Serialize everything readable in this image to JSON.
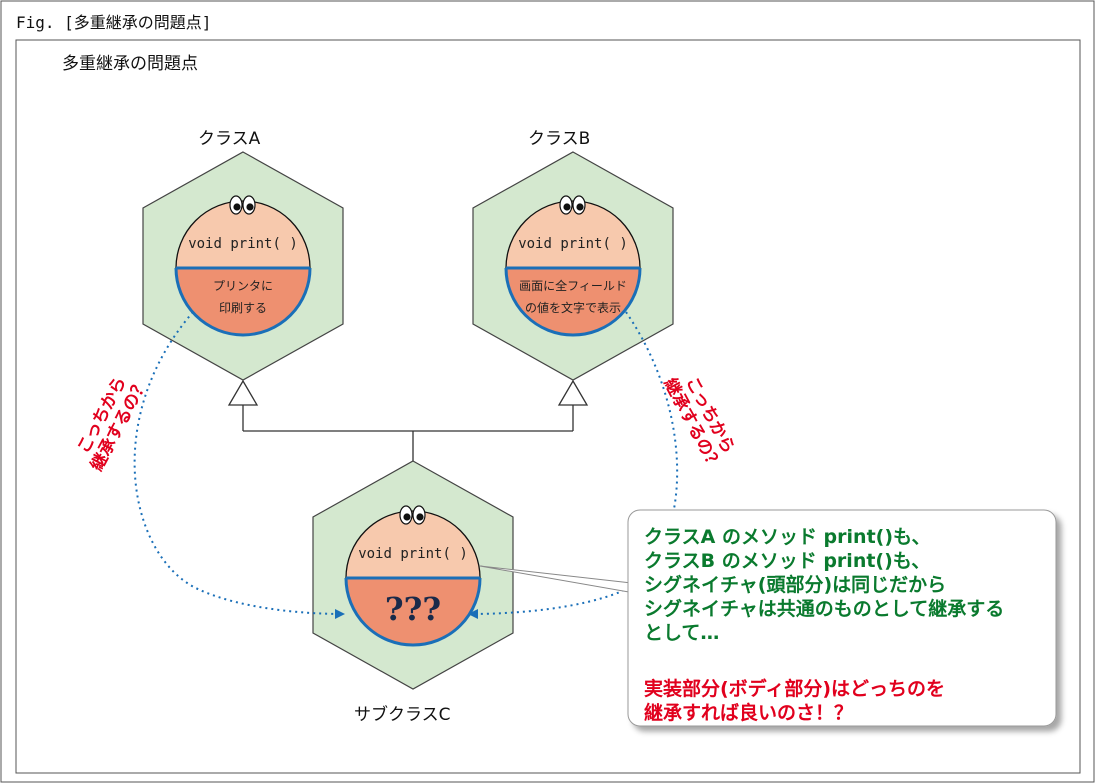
{
  "figure": {
    "title": "Fig. [多重継承の問題点]"
  },
  "panel": {
    "title": "多重継承の問題点"
  },
  "classes": {
    "a": {
      "name": "クラスA",
      "method": "void print( )",
      "impl_line1": "プリンタに",
      "impl_line2": "印刷する"
    },
    "b": {
      "name": "クラスB",
      "method": "void print( )",
      "impl_line1": "画面に全フィールド",
      "impl_line2": "の値を文字で表示"
    },
    "c": {
      "name": "サブクラスC",
      "method": "void print( )",
      "impl": "???"
    }
  },
  "notes": {
    "left": {
      "line1": "こっちから",
      "line2": "継承するの？"
    },
    "right": {
      "line1": "こっちから",
      "line2": "継承するの？"
    }
  },
  "callout": {
    "line1": "クラスA のメソッド print()も、",
    "line2": "クラスB のメソッド print()も、",
    "line3": "シグネイチャ(頭部分)は同じだから",
    "line4": "シグネイチャは共通のものとして継承する",
    "line5": "として…",
    "line6": "実装部分(ボディ部分)はどっちのを",
    "line7": "継承すれば良いのさ！？"
  },
  "colors": {
    "hexagon_fill": "#d4e8cf",
    "head_top": "#f7c9ad",
    "head_body": "#ee9070",
    "divider": "#1a6fb8",
    "callout_green": "#0a7a2e",
    "accent_red": "#e1001d"
  }
}
